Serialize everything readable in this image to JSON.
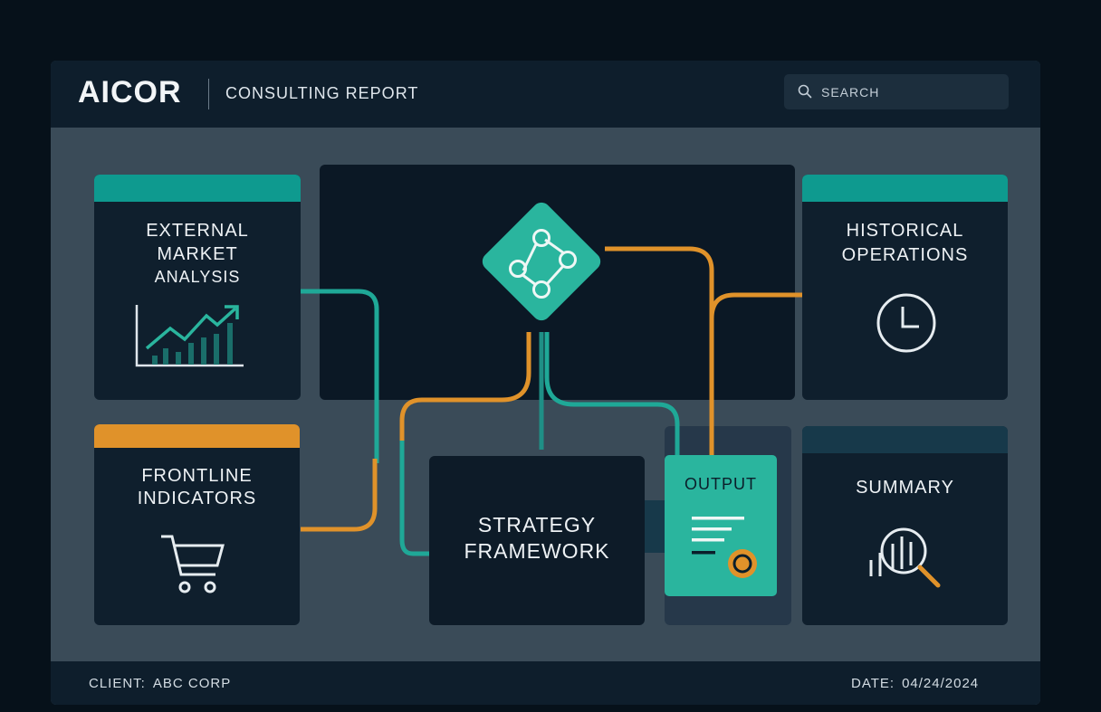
{
  "header": {
    "logo": "AICOR",
    "report_title": "CONSULTING REPORT",
    "search_label": "SEARCH"
  },
  "cards": {
    "external_market": {
      "lines": [
        "EXTERNAL",
        "MARKET",
        "ANALYSIS"
      ],
      "accent": "#0e9a8f",
      "icon": "growth-chart-icon"
    },
    "historical_ops": {
      "lines": [
        "HISTORICAL",
        "OPERATIONS"
      ],
      "accent": "#0e9a8f",
      "icon": "clock-icon"
    },
    "frontline": {
      "lines": [
        "FRONTLINE",
        "INDICATORS"
      ],
      "accent": "#e0922a",
      "icon": "shopping-cart-icon"
    },
    "strategy": {
      "lines": [
        "STRATEGY",
        "FRAMEWORK"
      ]
    },
    "output": {
      "title": "OUTPUT",
      "icon": "document-badge-icon"
    },
    "summary": {
      "lines": [
        "SUMMARY"
      ],
      "accent": "#17394a",
      "icon": "analytics-magnifier-icon"
    }
  },
  "hub": {
    "icon": "network-nodes-icon",
    "color": "#2ab59e"
  },
  "footer": {
    "client_label": "CLIENT:",
    "client_value": "ABC CORP",
    "date_label": "DATE:",
    "date_value": "04/24/2024"
  },
  "colors": {
    "teal": "#1fa897",
    "orange": "#e0922a",
    "panel": "#0f1f2d",
    "background": "#3a4b58"
  }
}
